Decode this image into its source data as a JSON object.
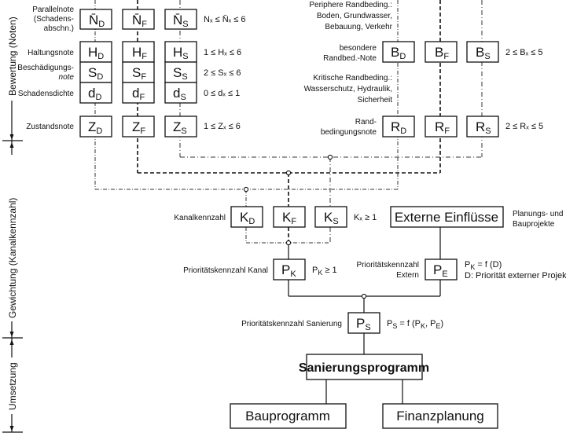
{
  "axis": {
    "sections": [
      {
        "label": "Bewertung (Noten)"
      },
      {
        "label": "Gewichtung (Kanalkennzahl)"
      },
      {
        "label": "Umsetzung"
      }
    ]
  },
  "left_block": {
    "parallel": {
      "label_lines": [
        "Parallelnote",
        "(Schadens-",
        "abschn.)"
      ],
      "symbols": [
        {
          "main": "N̄",
          "sub": "D"
        },
        {
          "main": "N̄",
          "sub": "F"
        },
        {
          "main": "N̄",
          "sub": "S"
        }
      ],
      "condition": "Nₓ ≤ N̄ₓ ≤ 6"
    },
    "haltung": {
      "label_lines": [
        "Haltungsnote"
      ],
      "symbols": [
        {
          "main": "H",
          "sub": "D"
        },
        {
          "main": "H",
          "sub": "F"
        },
        {
          "main": "H",
          "sub": "S"
        }
      ],
      "condition": "1 ≤ Hₓ ≤ 6"
    },
    "beschaedigung": {
      "label_lines": [
        "Beschädigungs-",
        "note"
      ],
      "symbols": [
        {
          "main": "S",
          "sub": "D"
        },
        {
          "main": "S",
          "sub": "F"
        },
        {
          "main": "S",
          "sub": "S"
        }
      ],
      "condition": "2 ≤ Sₓ ≤ 6"
    },
    "dichte": {
      "label_lines": [
        "Schadensdichte"
      ],
      "symbols": [
        {
          "main": "d",
          "sub": "D"
        },
        {
          "main": "d",
          "sub": "F"
        },
        {
          "main": "d",
          "sub": "S"
        }
      ],
      "condition": "0 ≤ dₓ ≤ 1"
    },
    "zustand": {
      "label_lines": [
        "Zustandsnote"
      ],
      "symbols": [
        {
          "main": "Z",
          "sub": "D"
        },
        {
          "main": "Z",
          "sub": "F"
        },
        {
          "main": "Z",
          "sub": "S"
        }
      ],
      "condition": "1 ≤ Zₓ ≤ 6"
    }
  },
  "right_block": {
    "peripher": {
      "label_lines": [
        "Periphere Randbeding.:",
        "Boden, Grundwasser,",
        "Bebauung, Verkehr"
      ]
    },
    "besondere": {
      "label_lines": [
        "besondere",
        "Randbed.-Note"
      ],
      "symbols": [
        {
          "main": "B",
          "sub": "D"
        },
        {
          "main": "B",
          "sub": "F"
        },
        {
          "main": "B",
          "sub": "S"
        }
      ],
      "condition": "2 ≤ Bₓ ≤ 5"
    },
    "kritisch": {
      "label_lines": [
        "Kritische Randbeding.:",
        "Wasserschutz, Hydraulik,",
        "Sicherheit"
      ]
    },
    "rand": {
      "label_lines": [
        "Rand-",
        "bedingungsnote"
      ],
      "symbols": [
        {
          "main": "R",
          "sub": "D"
        },
        {
          "main": "R",
          "sub": "F"
        },
        {
          "main": "R",
          "sub": "S"
        }
      ],
      "condition": "2 ≤ Rₓ ≤ 5"
    }
  },
  "kanal": {
    "label": "Kanalkennzahl",
    "symbols": [
      {
        "main": "K",
        "sub": "D"
      },
      {
        "main": "K",
        "sub": "F"
      },
      {
        "main": "K",
        "sub": "S"
      }
    ],
    "condition": "Kₓ ≥ 1"
  },
  "extern": {
    "title": "Externe Einflüsse",
    "note_lines": [
      "Planungs- und",
      "Bauprojekte"
    ]
  },
  "pk": {
    "label": "Prioritätskennzahl Kanal",
    "symbol": {
      "main": "P",
      "sub": "K"
    },
    "condition": "P",
    "condition_sub": "K",
    "condition_rest": " ≥ 1"
  },
  "pe": {
    "label_lines": [
      "Prioritätskennzahl",
      "Extern"
    ],
    "symbol": {
      "main": "P",
      "sub": "E"
    },
    "note_line1_main": "P",
    "note_line1_sub": "K",
    "note_line1_rest": " = f (D)",
    "note_line2": "D: Priorität externer Projekte"
  },
  "ps": {
    "label": "Prioritätskennzahl Sanierung",
    "symbol": {
      "main": "P",
      "sub": "S"
    },
    "formula": "P",
    "formula_sub": "S",
    "formula_rest": " = f (P",
    "formula_k": "K",
    "formula_comma": ", P",
    "formula_e": "E",
    "formula_end": ")"
  },
  "program": {
    "title": "Sanierungsprogramm",
    "outputs": [
      "Bauprogramm",
      "Finanzplanung"
    ]
  }
}
